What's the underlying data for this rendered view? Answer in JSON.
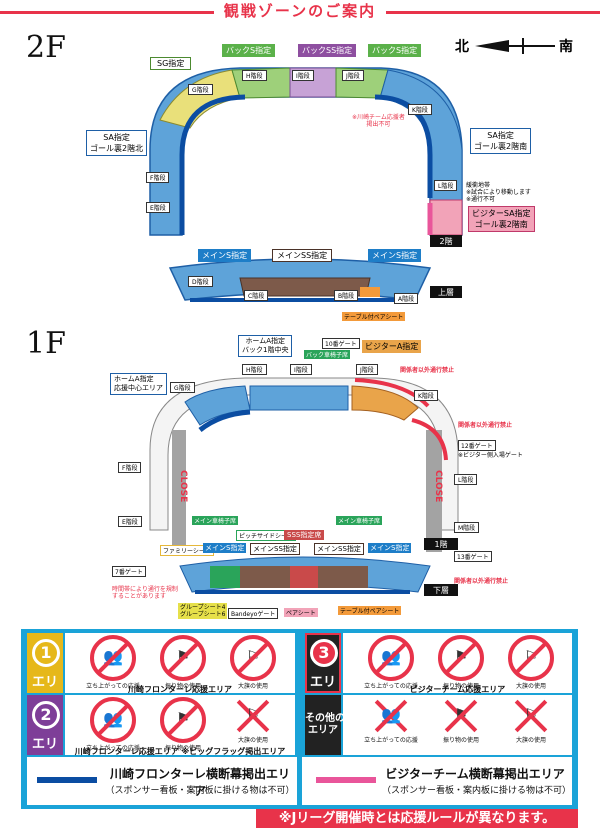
{
  "page_title": "観戦ゾーンのご案内",
  "compass": {
    "north": "北",
    "south": "南"
  },
  "floor_2f": {
    "label": "2F",
    "stands": {
      "sg": "SG指定",
      "back_s_left": "バックS指定",
      "back_ss": "バックSS指定",
      "back_s_right": "バックS指定",
      "sa_home": "SA指定\nゴール裏2階北",
      "sa_away": "SA指定\nゴール裏2階南",
      "visitor_sa": "ビジターSA指定\nゴール裏2階南",
      "main_s_left": "メインS指定",
      "main_ss": "メインSS指定",
      "main_s_right": "メインS指定",
      "table_seat": "テーブル付ペアシート"
    },
    "gates": [
      "G階段",
      "H階段",
      "I階段",
      "J階段",
      "K階段",
      "L階段",
      "F階段",
      "E階段",
      "D階段",
      "C階段",
      "B階段",
      "A階段"
    ],
    "notes": {
      "away_no_support": "※川崎チーム応援者\n掲出不可",
      "buffer": "緩衝地帯\n※試合により移動します\n※通行不可"
    },
    "floor_tag_2": "2階",
    "floor_tag_upper": "上層"
  },
  "floor_1f": {
    "label": "1F",
    "stands": {
      "home_a": "ホームA指定\nバック1階中央",
      "gate10": "10番ゲート",
      "back_wheel": "バック車椅子席",
      "visitor_a": "ビジターA指定",
      "home_a_support": "ホームA指定\n応援中心エリア",
      "main_wheel_l": "メイン車椅子席",
      "main_wheel_r": "メイン車椅子席",
      "pitch_side": "ピッチサイドシート",
      "sss": "SSS指定席",
      "family": "ファミリーシート",
      "main_s_l": "メインS指定",
      "main_ss_l": "メインSS指定",
      "main_ss_r": "メインSS指定",
      "main_s_r": "メインS指定",
      "group46": "グループシート4\nグループシート6",
      "bandeyo": "Bandeyoゲート",
      "pair": "ペアシート",
      "table_pair": "テーブル付ペアシート",
      "gate7": "7番ゲート",
      "gate12": "12番ゲート",
      "gate13": "13番ゲート",
      "visitor_entry": "※ビジター側入場ゲート"
    },
    "gates": [
      "G階段",
      "H階段",
      "I階段",
      "J階段",
      "K階段",
      "L階段",
      "M階段",
      "F階段",
      "E階段"
    ],
    "close": "CLOSE",
    "no_entry": "関係者以外通行禁止",
    "time_note": "時間帯により通行を規制\nすることがあります",
    "floor_tag_1": "1階",
    "floor_tag_lower": "下層"
  },
  "legend": {
    "zone1": {
      "num": "1",
      "label": "エリア",
      "title": "川崎フロンターレ応援エリア"
    },
    "zone2": {
      "num": "2",
      "label": "エリア",
      "title": "川崎フロンターレ応援エリア ※ビッグフラッグ掲出エリア"
    },
    "zone3": {
      "num": "3",
      "label": "エリア",
      "title": "ビジターチーム応援エリア"
    },
    "other": {
      "label": "その他の\nエリア"
    },
    "rules": {
      "stand": "立ち上がっての応援",
      "flag": "振り物の使用",
      "big_flag": "大旗の使用",
      "big_flag_note": "大旗の使用"
    },
    "banner_home": {
      "title": "川崎フロンターレ横断幕掲出エリア",
      "sub": "（スポンサー看板・案内板に掛ける物は不可）",
      "color": "#0b4da2"
    },
    "banner_away": {
      "title": "ビジターチーム横断幕掲出エリア",
      "sub": "（スポンサー看板・案内板に掛ける物は不可）",
      "color": "#e9559a"
    }
  },
  "notice": "※Jリーグ開催時とは応援ルールが異なります。"
}
